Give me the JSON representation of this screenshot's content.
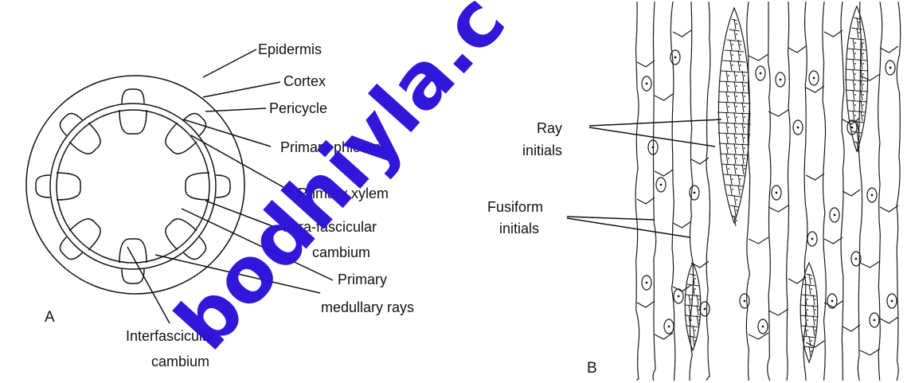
{
  "diagram_a": {
    "letter": "A",
    "labels": {
      "epidermis": "Epidermis",
      "cortex": "Cortex",
      "pericycle": "Pericycle",
      "primary_phloem": "Primary phloem",
      "primary_xylem": "Primary xylem",
      "intra_fascicular_1": "Intra-fascicular",
      "intra_fascicular_2": "cambium",
      "medullary_1": "Primary",
      "medullary_2": "medullary rays",
      "interfascicular_1": "Interfascicular",
      "interfascicular_2": "cambium"
    }
  },
  "diagram_b": {
    "letter": "B",
    "labels": {
      "ray_1": "Ray",
      "ray_2": "initials",
      "fusiform_1": "Fusiform",
      "fusiform_2": "initials"
    }
  },
  "watermark": {
    "text": "bodhiyla.c",
    "color": "#2b10d8"
  }
}
